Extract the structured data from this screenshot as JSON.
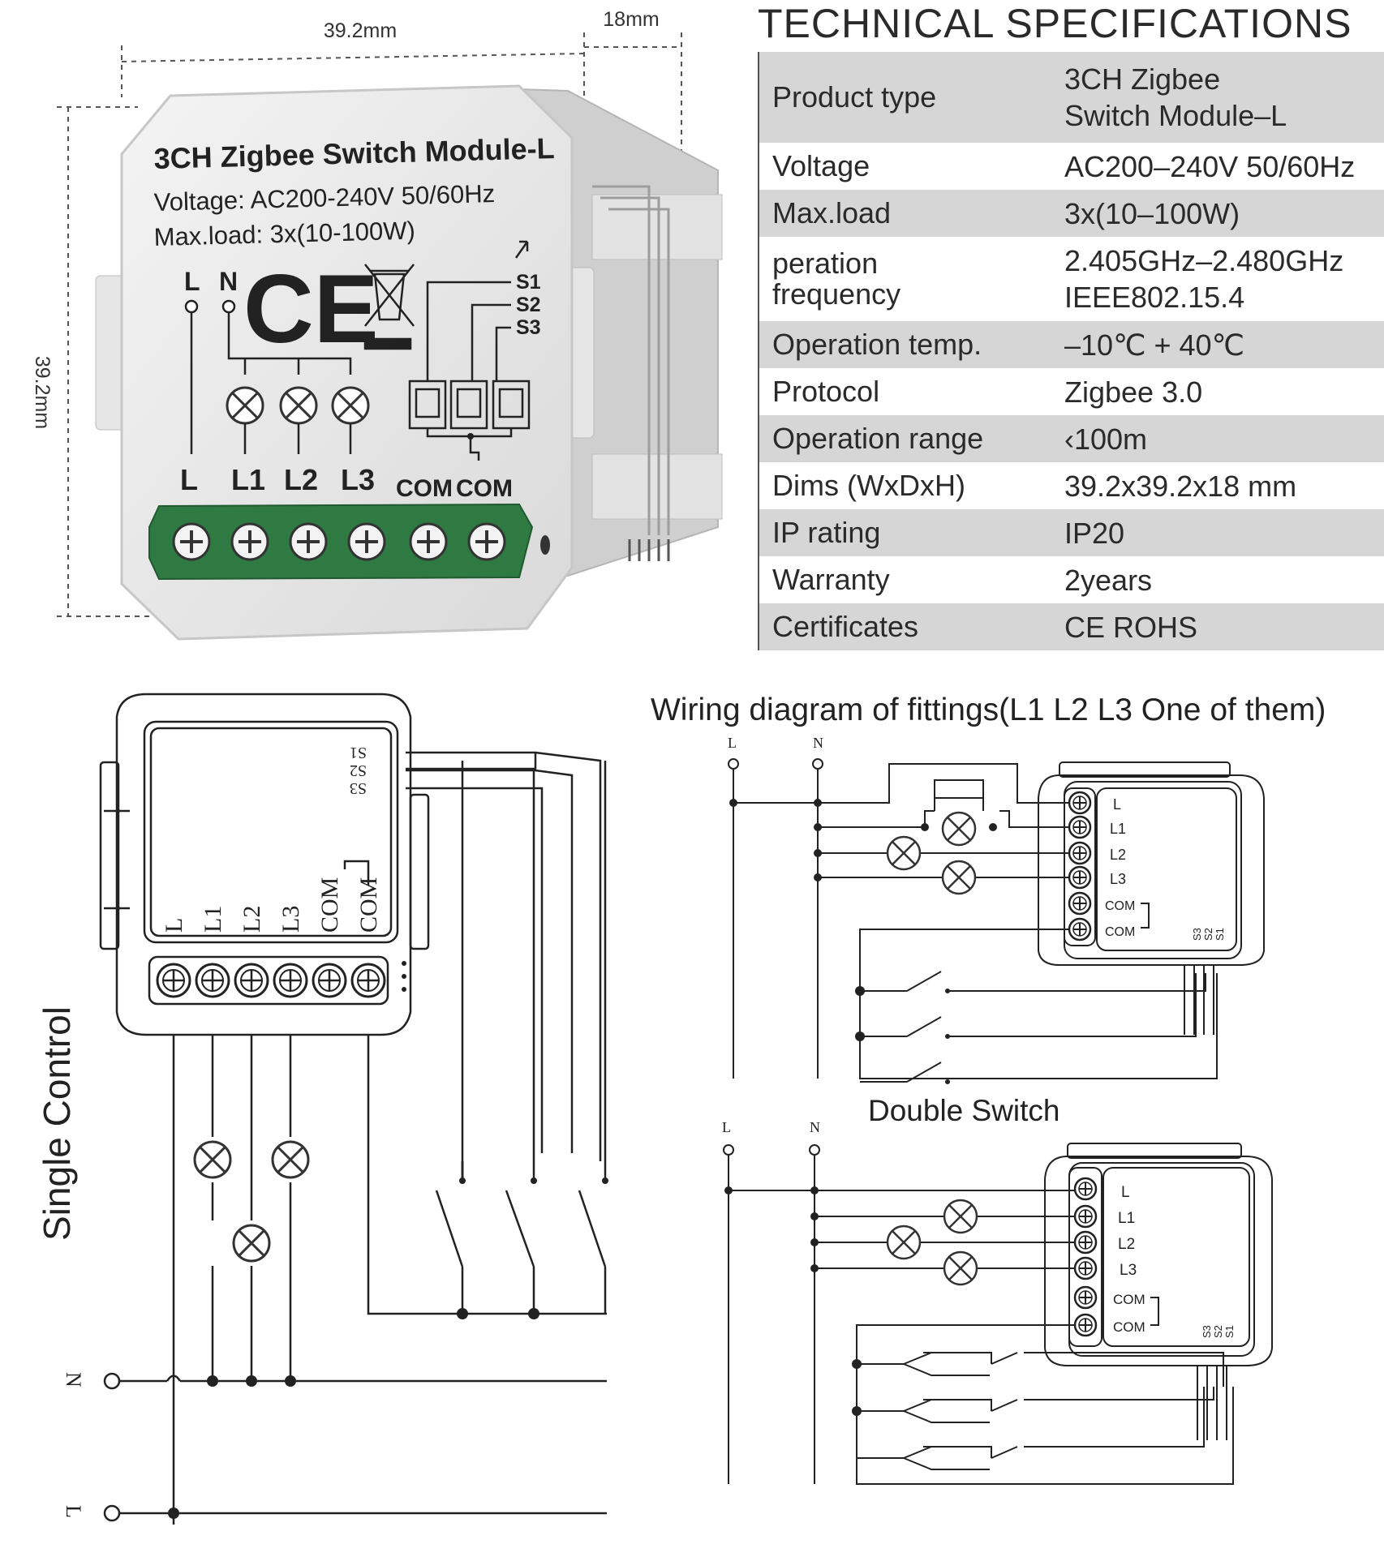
{
  "product_label": {
    "title": "3CH Zigbee Switch Module-L",
    "voltage": "Voltage: AC200-240V 50/60Hz",
    "maxload": "Max.load: 3x(10-100W)",
    "top_terminals": [
      "L",
      "N"
    ],
    "switch_labels": [
      "S1",
      "S2",
      "S3"
    ],
    "terminals": [
      "L",
      "L1",
      "L2",
      "L3",
      "COM",
      "COM"
    ]
  },
  "dimensions": {
    "width": "39.2mm",
    "depth": "18mm",
    "height": "39.2mm"
  },
  "spec": {
    "title": "TECHNICAL SPECIFICATIONS",
    "rows": [
      {
        "label": "Product type",
        "value": "3CH Zigbee\nSwitch Module–L"
      },
      {
        "label": "Voltage",
        "value": "AC200–240V 50/60Hz"
      },
      {
        "label": "Max.load",
        "value": "3x(10–100W)"
      },
      {
        "label": "peration\nfrequency",
        "value": "2.405GHz–2.480GHz\nIEEE802.15.4"
      },
      {
        "label": "Operation temp.",
        "value": "–10℃ + 40℃"
      },
      {
        "label": "Protocol",
        "value": "Zigbee  3.0"
      },
      {
        "label": "Operation range",
        "value": "‹100m"
      },
      {
        "label": "Dims (WxDxH)",
        "value": "39.2x39.2x18 mm"
      },
      {
        "label": "IP rating",
        "value": "IP20"
      },
      {
        "label": "Warranty",
        "value": "2years"
      },
      {
        "label": "Certificates",
        "value": "CE ROHS"
      }
    ]
  },
  "single_control": {
    "caption": "Single Control",
    "module_terminals": [
      "L",
      "L1",
      "L2",
      "L3",
      "COM",
      "COM"
    ],
    "switch_labels": [
      "S1",
      "S2",
      "S3"
    ],
    "mains": [
      "N",
      "L"
    ]
  },
  "fittings": {
    "title": "Wiring diagram of fittings(L1 L2 L3 One of them)",
    "mains": [
      "L",
      "N"
    ],
    "module_terminals": [
      "L",
      "L1",
      "L2",
      "L3",
      "COM",
      "COM"
    ],
    "switch_labels": [
      "S3",
      "S2",
      "S1"
    ]
  },
  "double_switch": {
    "caption": "Double Switch",
    "mains": [
      "L",
      "N"
    ],
    "module_terminals": [
      "L",
      "L1",
      "L2",
      "L3",
      "COM",
      "COM"
    ],
    "switch_labels": [
      "S3",
      "S2",
      "S1"
    ]
  }
}
